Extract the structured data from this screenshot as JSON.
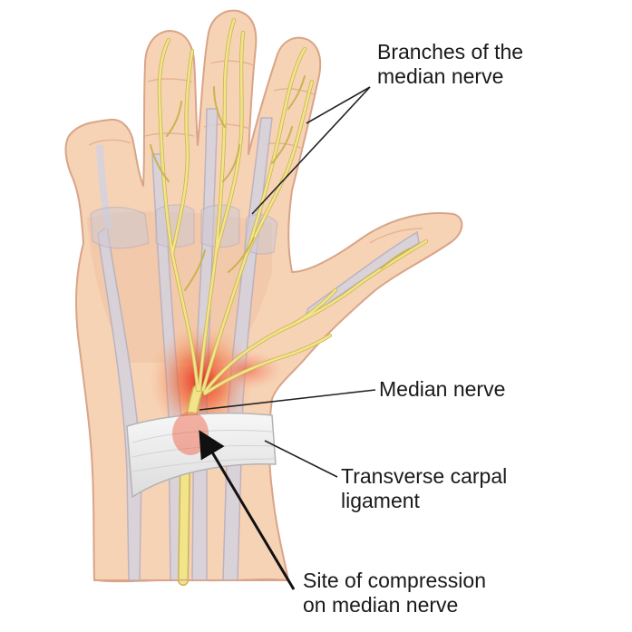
{
  "labels": {
    "branches": [
      "Branches of the",
      "median nerve"
    ],
    "median_nerve": "Median nerve",
    "ligament": [
      "Transverse carpal",
      "ligament"
    ],
    "compression": [
      "Site of compression",
      "on median nerve"
    ]
  },
  "colors": {
    "skin": "#f7d3b6",
    "skin_outline": "#d9a488",
    "skin_shadow": "#efc1a0",
    "tendon": "#d7d2dd",
    "tendon_outline": "#b7afbf",
    "nerve": "#f2e48a",
    "nerve_outline": "#c9b451",
    "ligament": "#eeeeee",
    "ligament_outline": "#b3b3b3",
    "inflammation": "#e4221f",
    "leader": "#222222"
  }
}
